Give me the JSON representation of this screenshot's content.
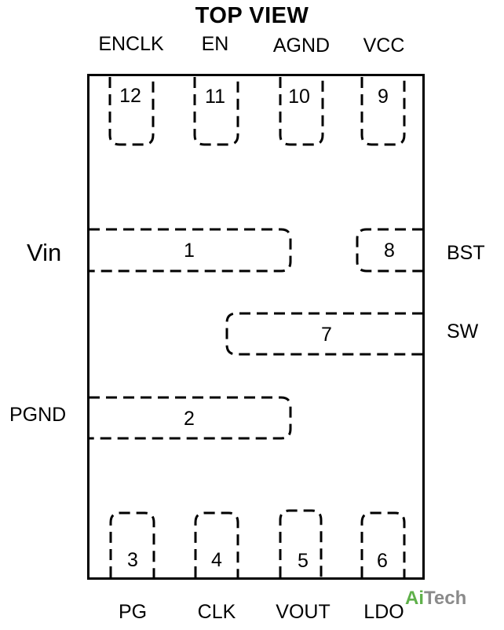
{
  "title": "TOP VIEW",
  "pins": {
    "p1": {
      "number": "1",
      "name": "Vin"
    },
    "p2": {
      "number": "2",
      "name": "PGND"
    },
    "p3": {
      "number": "3",
      "name": "PG"
    },
    "p4": {
      "number": "4",
      "name": "CLK"
    },
    "p5": {
      "number": "5",
      "name": "VOUT"
    },
    "p6": {
      "number": "6",
      "name": "LDO"
    },
    "p7": {
      "number": "7",
      "name": "SW"
    },
    "p8": {
      "number": "8",
      "name": "BST"
    },
    "p9": {
      "number": "9",
      "name": "VCC"
    },
    "p10": {
      "number": "10",
      "name": "AGND"
    },
    "p11": {
      "number": "11",
      "name": "EN"
    },
    "p12": {
      "number": "12",
      "name": "ENCLK"
    }
  },
  "watermark": {
    "part1": "Ai",
    "part2": "Tech"
  },
  "colors": {
    "line": "#000000",
    "watermark_green": "#5fb04a",
    "watermark_gray": "#8a8a8a"
  }
}
